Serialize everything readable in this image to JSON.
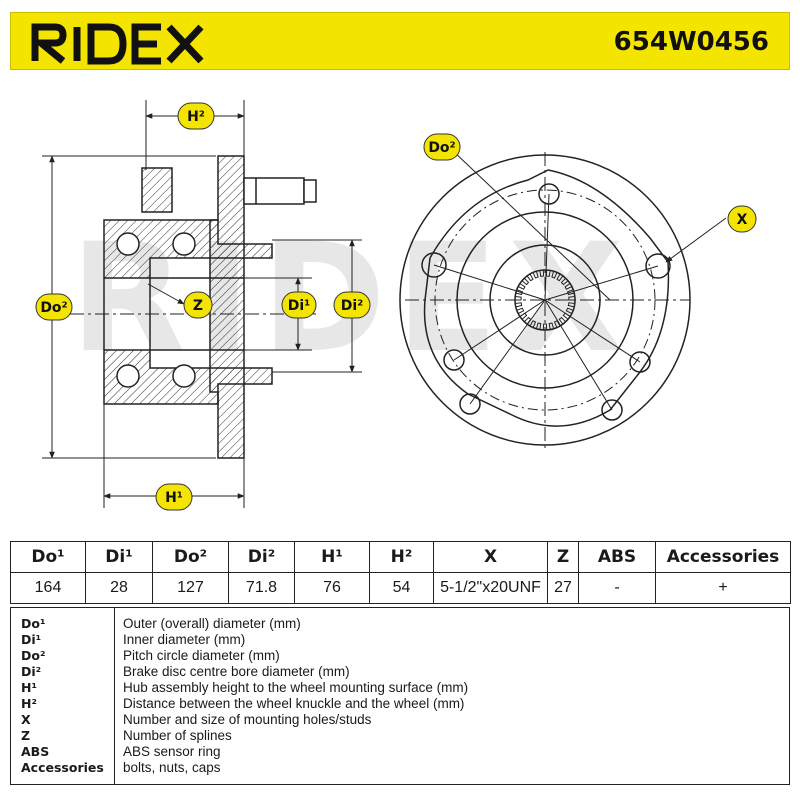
{
  "header": {
    "brand": "RIDEX",
    "part_number": "654W0456",
    "color": "#f4e500"
  },
  "drawing": {
    "labels": {
      "h2": "H²",
      "do2_left": "Do²",
      "z": "Z",
      "di1": "Di¹",
      "di2": "Di²",
      "h1": "H¹",
      "do2_right": "Do²",
      "x": "X"
    },
    "watermark": "RIDEX"
  },
  "spec_table": {
    "headers": [
      "Do¹",
      "Di¹",
      "Do²",
      "Di²",
      "H¹",
      "H²",
      "X",
      "Z",
      "ABS",
      "Accessories"
    ],
    "values": [
      "164",
      "28",
      "127",
      "71.8",
      "76",
      "54",
      "5-1/2\"x20UNF",
      "27",
      "-",
      "+"
    ]
  },
  "legend": {
    "items": [
      {
        "key": "Do¹",
        "desc": "Outer (overall) diameter (mm)"
      },
      {
        "key": "Di¹",
        "desc": "Inner diameter (mm)"
      },
      {
        "key": "Do²",
        "desc": "Pitch circle diameter (mm)"
      },
      {
        "key": "Di²",
        "desc": "Brake disc centre bore diameter (mm)"
      },
      {
        "key": "H¹",
        "desc": "Hub assembly height to the wheel mounting surface (mm)"
      },
      {
        "key": "H²",
        "desc": "Distance between the wheel knuckle and the wheel (mm)"
      },
      {
        "key": "X",
        "desc": "Number and size of mounting holes/studs"
      },
      {
        "key": "Z",
        "desc": "Number of splines"
      },
      {
        "key": "ABS",
        "desc": "ABS sensor ring"
      },
      {
        "key": "Accessories",
        "desc": "bolts, nuts, caps"
      }
    ]
  }
}
